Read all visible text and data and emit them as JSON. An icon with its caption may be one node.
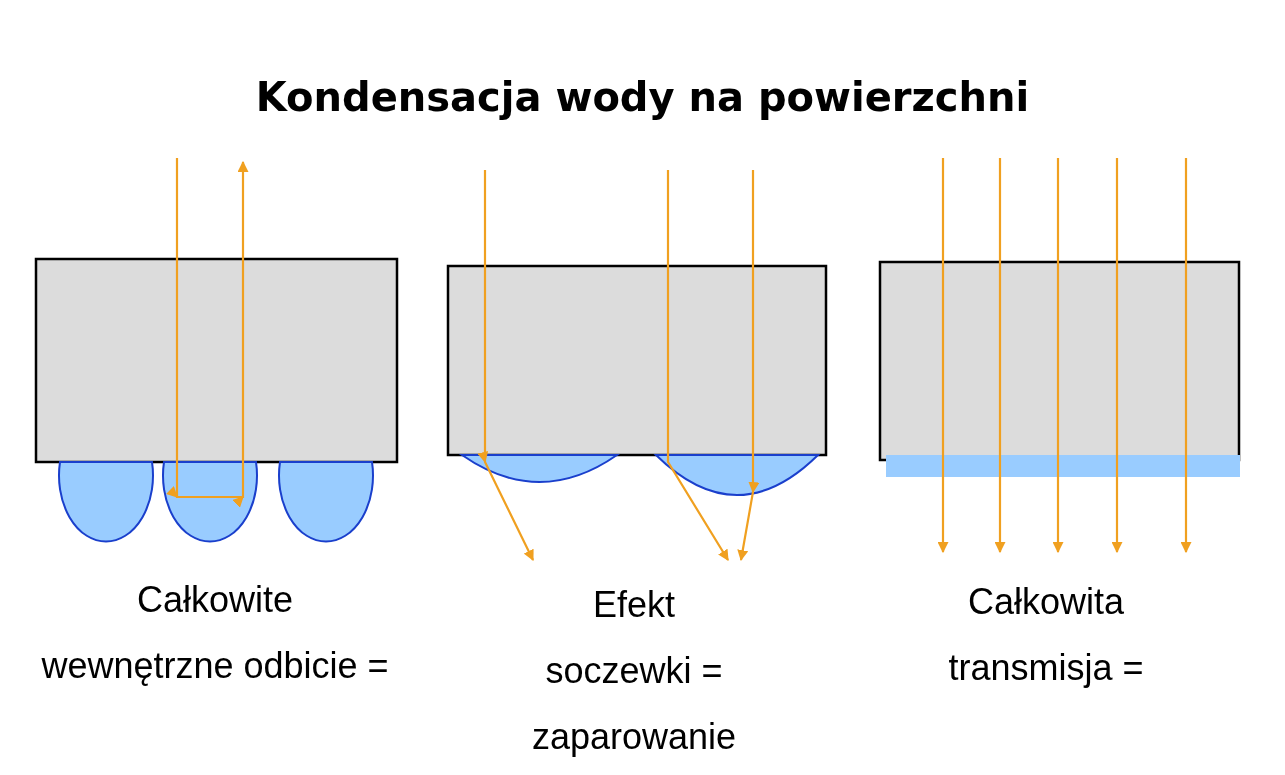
{
  "diagram": {
    "title": "Kondensacja wody na powierzchni",
    "labels": [
      "Całkowite wewnętrzne odbicie =",
      "Efekt soczewki = zaparowanie",
      "Całkowita transmisja ="
    ]
  }
}
